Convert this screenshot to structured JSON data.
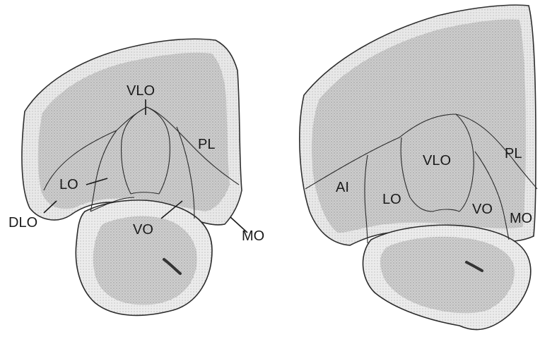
{
  "figure": {
    "left_section": {
      "labels": {
        "vlo": "VLO",
        "pl": "PL",
        "lo": "LO",
        "dlo": "DLO",
        "vo": "VO",
        "mo": "MO"
      }
    },
    "right_section": {
      "labels": {
        "vlo": "VLO",
        "pl": "PL",
        "ai": "AI",
        "lo": "LO",
        "vo": "VO",
        "mo": "MO"
      }
    }
  }
}
